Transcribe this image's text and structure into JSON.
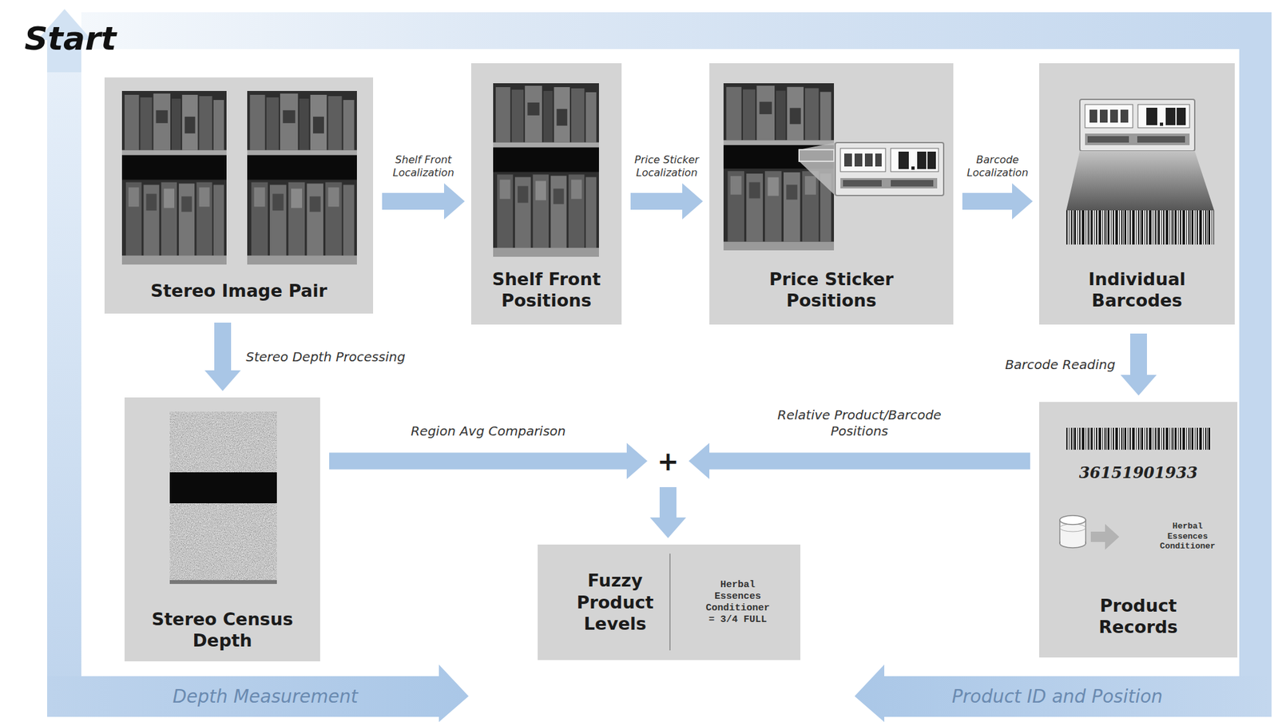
{
  "diagram": {
    "nodes": [
      {
        "text": [
          "Stereo Image Pair"
        ]
      },
      {
        "text": [
          "Shelf Front Positions"
        ]
      },
      {
        "text": [
          "Price Sticker Positions"
        ]
      },
      {
        "text": [
          "Individual Barcodes"
        ]
      },
      {
        "text": [
          "Stereo Census Depth"
        ]
      },
      {
        "text": [
          "+"
        ]
      },
      {
        "text": [
          "36151901933",
          "Herbal Essences Conditioner",
          "Product Records"
        ]
      },
      {
        "text": [
          "Fuzzy Product Levels",
          "Herbal Essences Conditioner = 3/4 FULL"
        ]
      }
    ],
    "edges": [
      {
        "from": 0,
        "to": 1,
        "label": "Shelf Front Localization",
        "arrow": "to"
      },
      {
        "from": 1,
        "to": 2,
        "label": "Price Sticker Localization",
        "arrow": "to"
      },
      {
        "from": 2,
        "to": 3,
        "label": "Barcode Localization",
        "arrow": "to"
      },
      {
        "from": 0,
        "to": 4,
        "label": "Stereo Depth Processing",
        "arrow": "to"
      },
      {
        "from": 3,
        "to": 6,
        "label": "Barcode Reading",
        "arrow": "to"
      },
      {
        "from": 4,
        "to": 5,
        "label": "Region Avg Comparison",
        "arrow": "to"
      },
      {
        "from": 6,
        "to": 5,
        "label": "Relative Product/Barcode Positions",
        "arrow": "to"
      },
      {
        "from": 5,
        "to": 7,
        "arrow": "to"
      }
    ],
    "labels": [
      "Start",
      "Depth Measurement",
      "Product ID and Position"
    ]
  }
}
